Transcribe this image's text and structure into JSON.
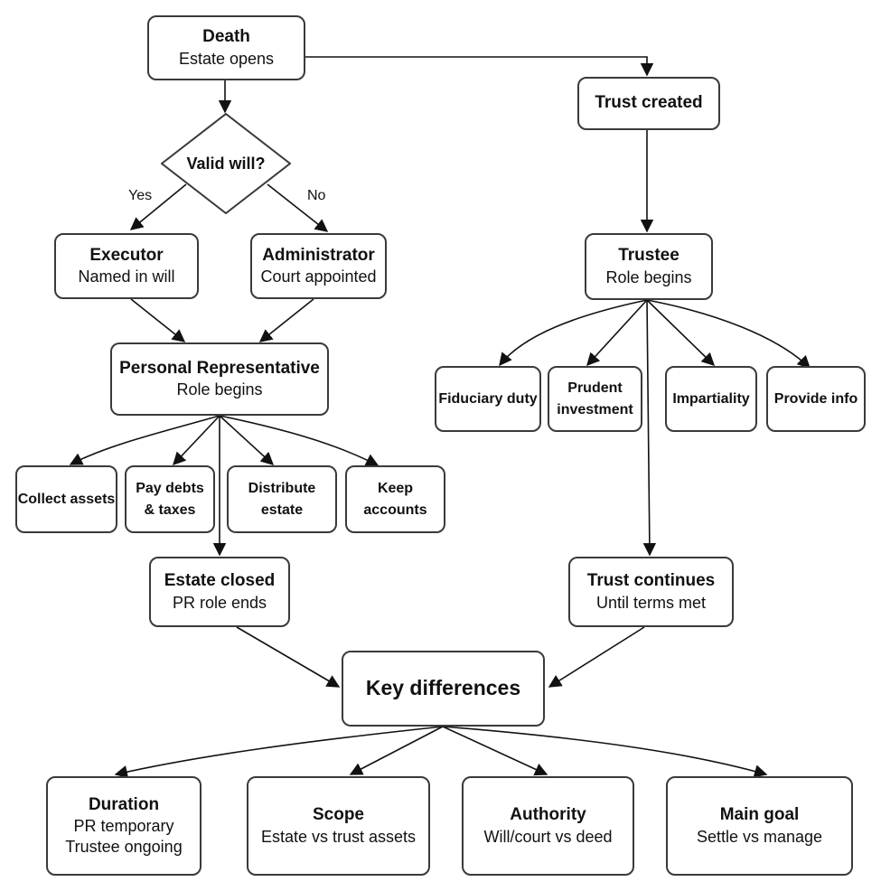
{
  "nodes": {
    "death": {
      "title": "Death",
      "sub": "Estate opens"
    },
    "valid_will": {
      "title": "Valid will?"
    },
    "executor": {
      "title": "Executor",
      "sub": "Named in will"
    },
    "administrator": {
      "title": "Administrator",
      "sub": "Court appointed"
    },
    "personal_rep": {
      "title": "Personal Representative",
      "sub": "Role begins"
    },
    "collect": {
      "title": "Collect assets"
    },
    "pay_debts": {
      "title": "Pay debts & taxes"
    },
    "distribute": {
      "title": "Distribute estate"
    },
    "keep_accounts": {
      "title": "Keep accounts"
    },
    "estate_closed": {
      "title": "Estate closed",
      "sub": "PR role ends"
    },
    "trust_created": {
      "title": "Trust created"
    },
    "trustee": {
      "title": "Trustee",
      "sub": "Role begins"
    },
    "fiduciary": {
      "title": "Fiduciary duty"
    },
    "prudent": {
      "title": "Prudent investment"
    },
    "impartiality": {
      "title": "Impartiality"
    },
    "provide_info": {
      "title": "Provide info"
    },
    "trust_continues": {
      "title": "Trust continues",
      "sub": "Until terms met"
    },
    "key_diff": {
      "title": "Key differences"
    },
    "duration": {
      "title": "Duration",
      "sub": "PR temporary",
      "sub2": "Trustee ongoing"
    },
    "scope": {
      "title": "Scope",
      "sub": "Estate vs trust assets"
    },
    "authority": {
      "title": "Authority",
      "sub": "Will/court vs deed"
    },
    "main_goal": {
      "title": "Main goal",
      "sub": "Settle vs manage"
    }
  },
  "edge_labels": {
    "yes": "Yes",
    "no": "No"
  },
  "colors": {
    "stroke": "#3a3a3a",
    "text": "#111111",
    "background": "#ffffff"
  }
}
